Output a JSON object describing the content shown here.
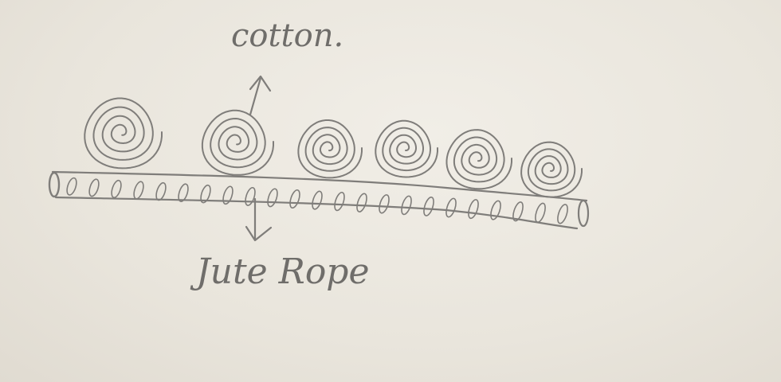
{
  "labels": {
    "top": "cotton.",
    "bottom": "Jute Rope"
  },
  "balls": {
    "count": 6
  },
  "colors": {
    "paper": "#ebe7df",
    "pencil": "#7f7d7a"
  }
}
